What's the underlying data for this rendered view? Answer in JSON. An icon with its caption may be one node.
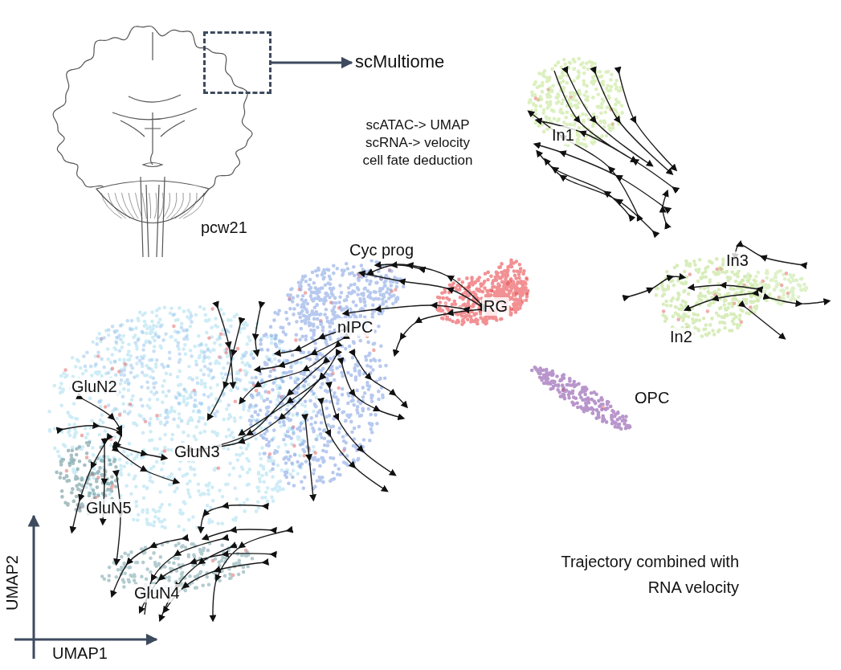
{
  "diagram": {
    "nodes": [
      {
        "text": [],
        "shape": "box"
      },
      {
        "text": [
          "scMultiome"
        ]
      }
    ],
    "edges": [
      {
        "from": 0,
        "to": 1,
        "arrow": "to"
      }
    ],
    "labels": [
      "pcw21",
      "scATAC-> UMAP",
      "scRNA-> velocity",
      "cell fate deduction",
      "In1",
      "Cyc prog",
      "In3",
      "RG",
      "nIPC",
      "In2",
      "OPC",
      "GluN2",
      "GluN3",
      "GluN5",
      "Trajectory combined with RNA velocity",
      "GluN4",
      "UMAP2",
      "UMAP1"
    ]
  }
}
